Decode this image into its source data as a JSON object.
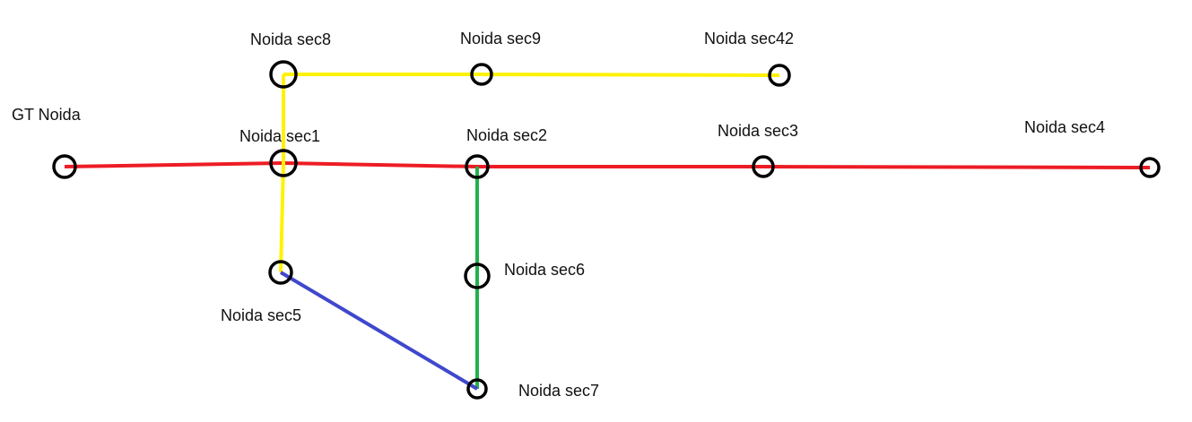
{
  "lines": [
    {
      "id": "red",
      "color": "#ED1C24",
      "stations": [
        "gt-noida",
        "sec1",
        "sec2",
        "sec3",
        "sec4"
      ]
    },
    {
      "id": "yellow",
      "color": "#FFF200",
      "stations": [
        "sec5",
        "sec1",
        "sec8",
        "sec9",
        "sec42"
      ]
    },
    {
      "id": "green",
      "color": "#22B14C",
      "stations": [
        "sec2",
        "sec6",
        "sec7"
      ]
    },
    {
      "id": "blue",
      "color": "#3F48CC",
      "stations": [
        "sec5",
        "sec7"
      ]
    }
  ],
  "stations": [
    {
      "id": "gt-noida",
      "label": "GT Noida"
    },
    {
      "id": "sec1",
      "label": "Noida sec1"
    },
    {
      "id": "sec2",
      "label": "Noida sec2"
    },
    {
      "id": "sec3",
      "label": "Noida sec3"
    },
    {
      "id": "sec4",
      "label": "Noida sec4"
    },
    {
      "id": "sec5",
      "label": "Noida sec5"
    },
    {
      "id": "sec6",
      "label": "Noida sec6"
    },
    {
      "id": "sec7",
      "label": "Noida sec7"
    },
    {
      "id": "sec8",
      "label": "Noida sec8"
    },
    {
      "id": "sec9",
      "label": "Noida sec9"
    },
    {
      "id": "sec42",
      "label": "Noida sec42"
    }
  ]
}
